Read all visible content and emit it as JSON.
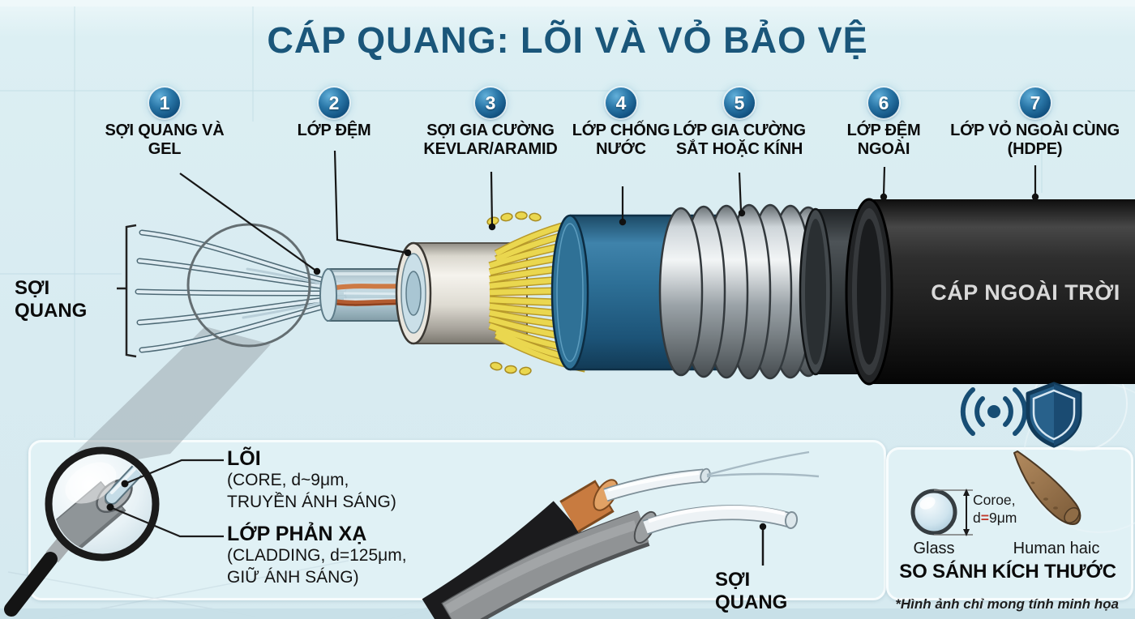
{
  "title": "CÁP QUANG: LÕI VÀ VỎ BẢO VỆ",
  "callouts": [
    {
      "num": "1",
      "label": "SỢI QUANG VÀ GEL"
    },
    {
      "num": "2",
      "label": "LỚP ĐỆM"
    },
    {
      "num": "3",
      "label": "SỢI GIA CƯỜNG KEVLAR/ARAMID"
    },
    {
      "num": "4",
      "label": "LỚP CHỐNG NƯỚC"
    },
    {
      "num": "5",
      "label": "LỚP GIA CƯỜNG SẮT HOẶC KÍNH"
    },
    {
      "num": "6",
      "label": "LỚP ĐỆM NGOÀI"
    },
    {
      "num": "7",
      "label": "LỚP VỎ NGOÀI CÙNG (HDPE)"
    }
  ],
  "side_label": "SỢI QUANG",
  "cable": {
    "jacket_text": "CÁP NGOÀI TRỜI"
  },
  "detail": {
    "core_title": "LÕI",
    "core_line1": "(CORE, d~9μm,",
    "core_line2": "TRUYỀN ÁNH SÁNG)",
    "cladding_title": "LỚP PHẢN XẠ",
    "cladding_line1": "(CLADDING, d=125μm,",
    "cladding_line2": "GIỮ ÁNH SÁNG)",
    "fiber_label": "SỢI QUANG"
  },
  "size_compare": {
    "title": "SO SÁNH KÍCH THƯỚC",
    "glass_label": "Glass",
    "hair_label": "Human haic",
    "dim_line1": "Coroe,",
    "dim_d": "d",
    "dim_eq": "=",
    "dim_value": "9μm"
  },
  "footnote": "*Hình ảnh chỉ mong tính minh họa",
  "colors": {
    "accent": "#1a567a",
    "badge_blue": "#11507f",
    "water_layer_blue": "#2d6f96",
    "kevlar_yellow": "#e7d34b",
    "jacket_black": "#1b1b1d"
  }
}
